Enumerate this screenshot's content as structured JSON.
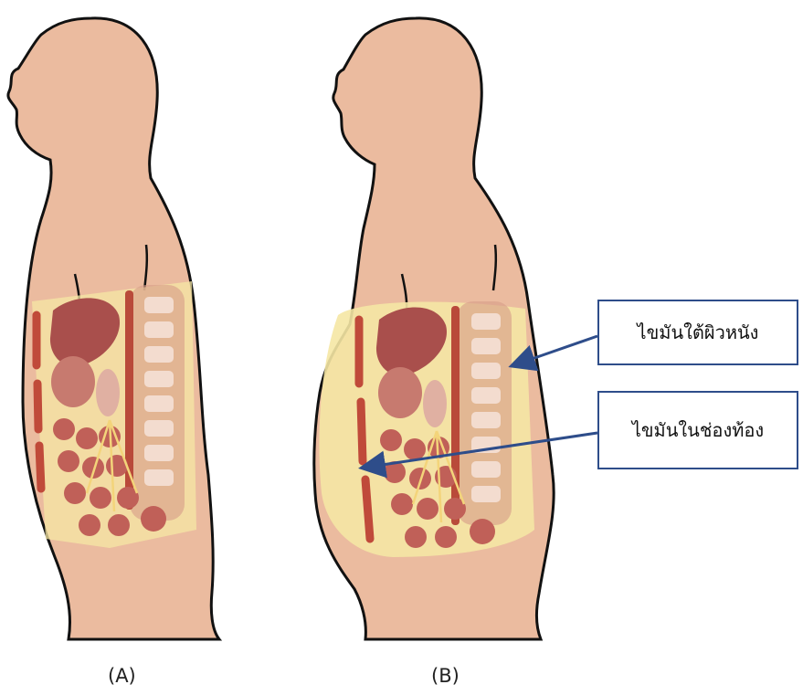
{
  "callouts": {
    "subcutaneous_fat": "ไขมันใต้ผิวหนัง",
    "visceral_fat": "ไขมันในช่องท้อง"
  },
  "panels": {
    "a": "(A)",
    "b": "(B)"
  },
  "colors": {
    "skin": "#ebbb9f",
    "outline": "#111111",
    "fat": "#f5e7a4",
    "arrow": "#2e4d8a",
    "organ": "#b95a54",
    "spine": "#d89f8a"
  },
  "icons": {
    "figure_a": "human-torso-cross-section-icon",
    "figure_b": "obese-torso-cross-section-icon"
  }
}
